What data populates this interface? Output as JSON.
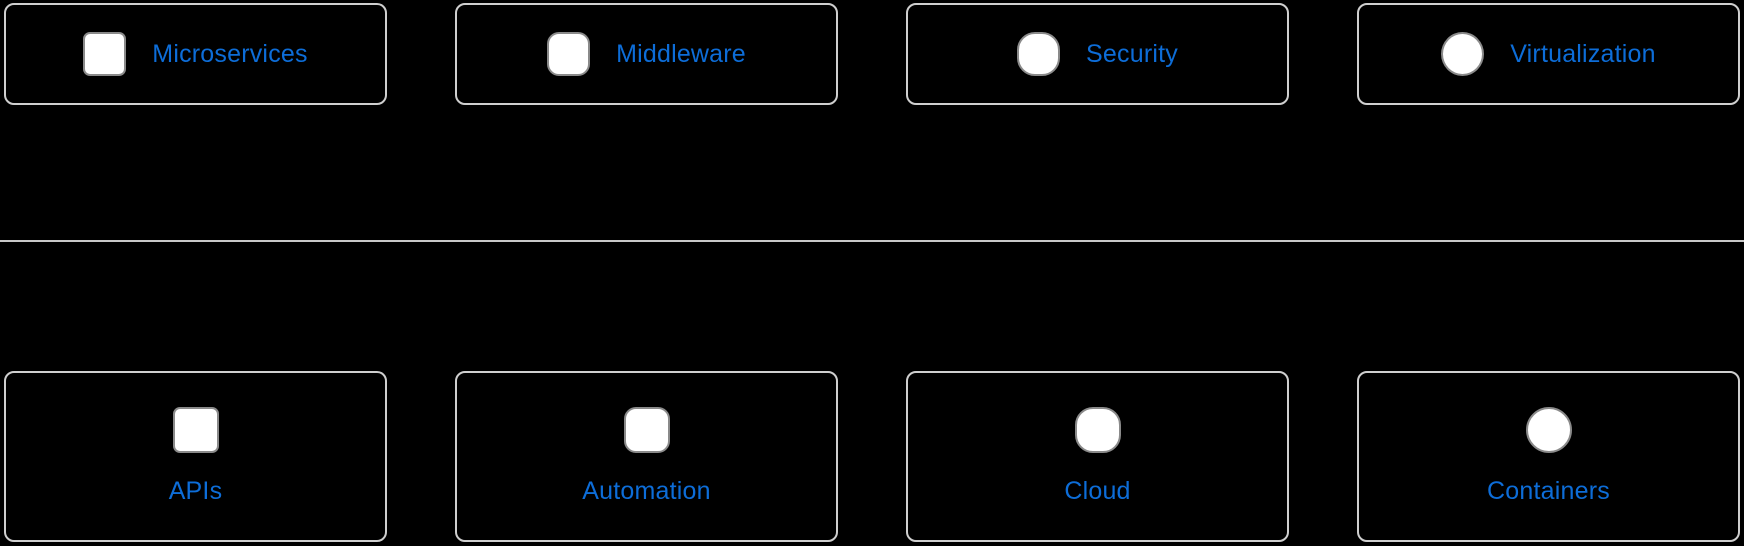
{
  "colors": {
    "background": "#000000",
    "tile_border": "#cfcfcf",
    "label_blue": "#0d6dd8",
    "icon_fill": "#ffffff",
    "icon_border": "#8a8a8a",
    "divider": "#c8c8c8"
  },
  "sections": {
    "top": {
      "tiles": [
        {
          "label": "Microservices",
          "icon": "square-icon"
        },
        {
          "label": "Middleware",
          "icon": "rounded-square-icon"
        },
        {
          "label": "Security",
          "icon": "squircle-icon"
        },
        {
          "label": "Virtualization",
          "icon": "circle-icon"
        }
      ]
    },
    "bottom": {
      "tiles": [
        {
          "label": "APIs",
          "icon": "square-icon"
        },
        {
          "label": "Automation",
          "icon": "rounded-square-icon"
        },
        {
          "label": "Cloud",
          "icon": "squircle-icon"
        },
        {
          "label": "Containers",
          "icon": "circle-icon"
        }
      ]
    }
  }
}
